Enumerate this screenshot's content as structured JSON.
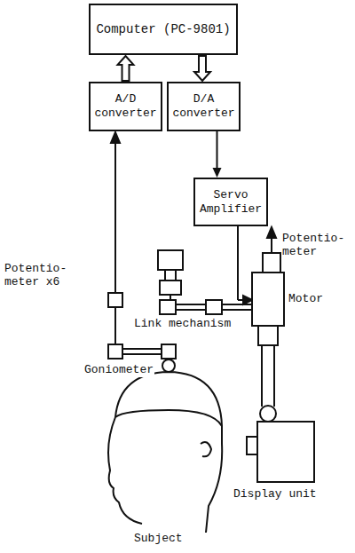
{
  "diagram": {
    "nodes": [
      {
        "text": [
          "Computer (PC-9801)"
        ]
      },
      {
        "text": [
          "A/D converter"
        ]
      },
      {
        "text": [
          "D/A converter"
        ]
      },
      {
        "text": [
          "Servo Amplifier"
        ]
      }
    ],
    "edges": [
      {
        "from": 1,
        "to": 0,
        "arrow": "to"
      },
      {
        "from": 0,
        "to": 2,
        "arrow": "to"
      },
      {
        "from": 2,
        "to": 3,
        "arrow": "to"
      }
    ],
    "labels": [
      "Potentio- meter x6",
      "Potentio- meter",
      "Motor",
      "Link mechanism",
      "Goniometer",
      "Display unit",
      "Subject"
    ]
  }
}
